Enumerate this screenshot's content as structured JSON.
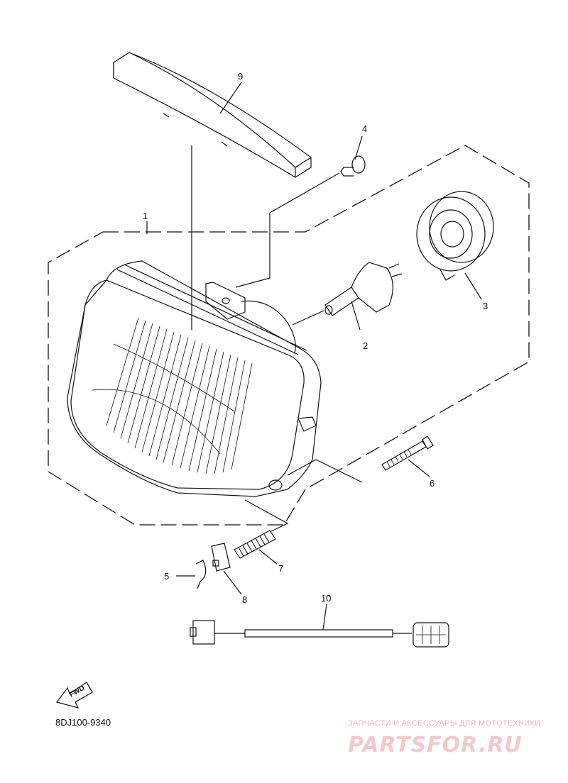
{
  "diagram": {
    "part_callouts": [
      {
        "id": "1",
        "label": "1"
      },
      {
        "id": "2",
        "label": "2"
      },
      {
        "id": "3",
        "label": "3"
      },
      {
        "id": "4",
        "label": "4"
      },
      {
        "id": "5",
        "label": "5"
      },
      {
        "id": "6",
        "label": "6"
      },
      {
        "id": "7",
        "label": "7"
      },
      {
        "id": "8",
        "label": "8"
      },
      {
        "id": "9",
        "label": "9"
      },
      {
        "id": "10",
        "label": "10"
      }
    ],
    "fwd_label": "FWD",
    "diagram_code": "8DJ100-9340"
  },
  "watermark": {
    "tagline": "ЗАПЧАСТИ И АКСЕССУАРЫ ДЛЯ МОТОТЕХНИКИ",
    "brand": "PARTSFOR.RU",
    "color": "#f3c9cd"
  }
}
